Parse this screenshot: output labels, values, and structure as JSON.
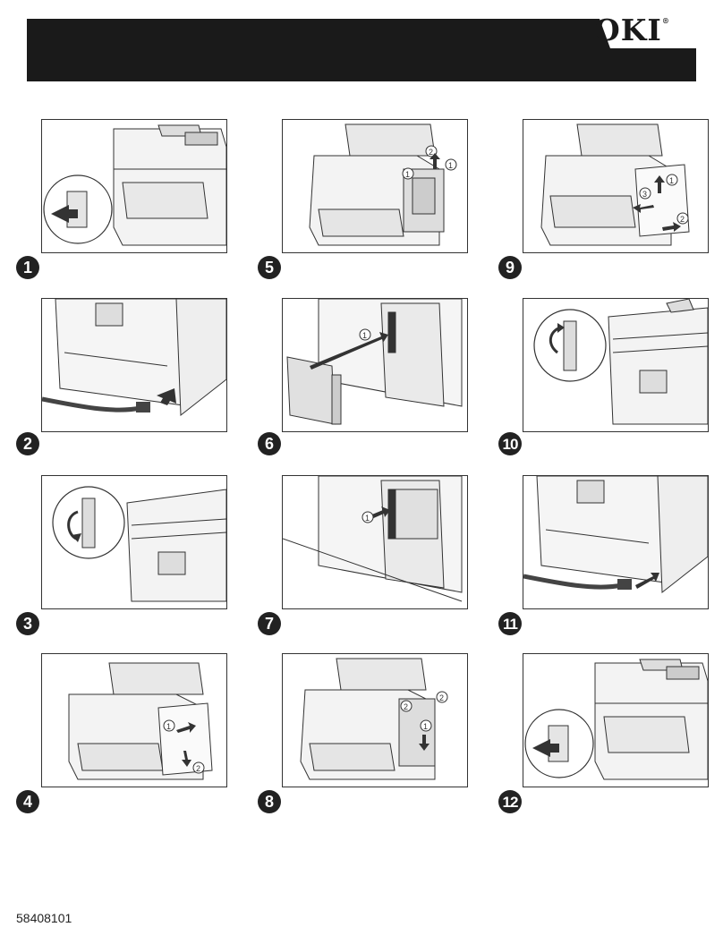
{
  "brand": {
    "logo_text": "OKI",
    "registered_mark": "®"
  },
  "steps": [
    {
      "number": "1",
      "icon": "power-switch-on-icon"
    },
    {
      "number": "2",
      "icon": "power-cable-unplug-icon"
    },
    {
      "number": "3",
      "icon": "rear-latch-icon"
    },
    {
      "number": "4",
      "icon": "side-cover-open-icon"
    },
    {
      "number": "5",
      "icon": "board-screws-icon"
    },
    {
      "number": "6",
      "icon": "install-card-icon"
    },
    {
      "number": "7",
      "icon": "card-seated-icon"
    },
    {
      "number": "8",
      "icon": "replace-screws-icon"
    },
    {
      "number": "9",
      "icon": "side-cover-close-icon"
    },
    {
      "number": "10",
      "icon": "rear-latch-close-icon"
    },
    {
      "number": "11",
      "icon": "power-cable-plug-icon"
    },
    {
      "number": "12",
      "icon": "power-switch-on-icon"
    }
  ],
  "callouts": [
    "1",
    "2",
    "3"
  ],
  "document_number": "58408101"
}
